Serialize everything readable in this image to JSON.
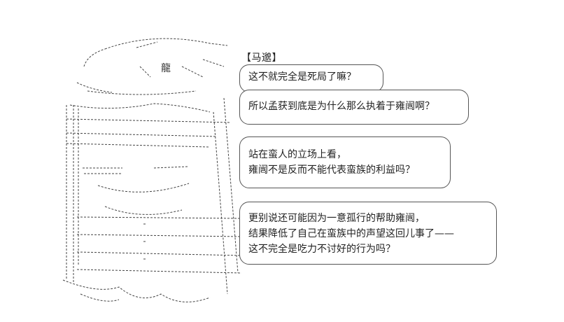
{
  "speaker": "【马邈】",
  "bubbles": [
    {
      "lines": [
        "这不就完全是死局了嘛？"
      ]
    },
    {
      "lines": [
        "所以孟获到底是为什么那么执着于雍闿啊？"
      ]
    },
    {
      "lines": [
        "站在蛮人的立场上看，",
        "雍闿不是反而不能代表蛮族的利益吗？"
      ]
    },
    {
      "lines": [
        "更别说还可能因为一意孤行的帮助雍闿，",
        "结果降低了自己在蛮族中的声望这回儿事了——",
        "这不完全是吃力不讨好的行为吗？"
      ]
    }
  ],
  "art": {
    "label": "龍"
  }
}
